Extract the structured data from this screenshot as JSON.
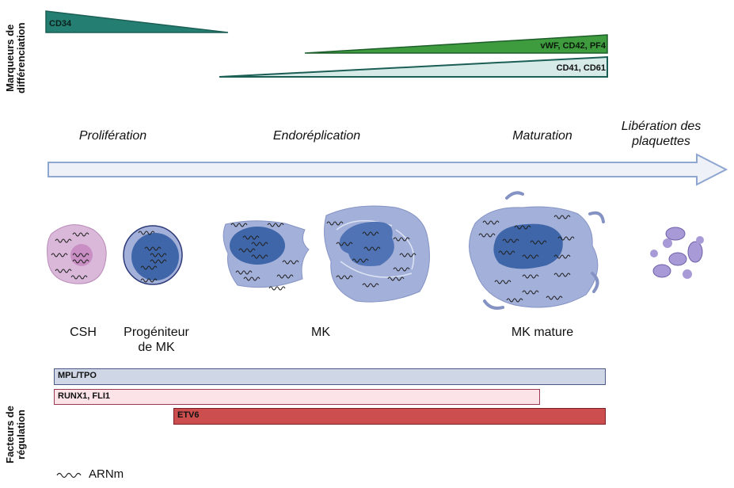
{
  "diagram": {
    "section_labels": {
      "markers_line1": "Marqueurs de",
      "markers_line2": "différenciation",
      "factors_line1": "Facteurs de",
      "factors_line2": "régulation"
    },
    "markers": [
      {
        "label": "CD34",
        "fill": "#247f72",
        "border": "#1b5e55",
        "direction": "decreasing"
      },
      {
        "label": "vWF, CD42, PF4",
        "fill": "#3e9b3e",
        "border": "#1d5e2a",
        "direction": "increasing"
      },
      {
        "label": "CD41, CD61",
        "fill": "#d6ebe7",
        "border": "#1b5e55",
        "direction": "increasing"
      }
    ],
    "stages": [
      {
        "label": "Prolifération"
      },
      {
        "label": "Endoréplication"
      },
      {
        "label": "Maturation"
      },
      {
        "label_line1": "Libération des",
        "label_line2": "plaquettes"
      }
    ],
    "arrow": {
      "fill": "#eef2f8",
      "border": "#8ea6d0"
    },
    "cells": [
      {
        "label": "CSH",
        "icon": "hematopoietic-stem-cell"
      },
      {
        "label_line1": "Progéniteur",
        "label_line2": "de MK",
        "icon": "mk-progenitor-cell"
      },
      {
        "label": "MK",
        "icon": "megakaryocyte"
      },
      {
        "label": "MK mature",
        "icon": "mature-megakaryocyte"
      },
      {
        "label": "",
        "icon": "platelets"
      }
    ],
    "factors": [
      {
        "label": "MPL/TPO",
        "fill": "#cfd6e6",
        "border": "#4a5a85"
      },
      {
        "label": "RUNX1, FLI1",
        "fill": "#fbe3e8",
        "border": "#9b3a50"
      },
      {
        "label": "ETV6",
        "fill": "#cc4e4e",
        "border": "#7a1f25"
      }
    ],
    "legend": {
      "label": "ARNm",
      "icon": "mrna-wave"
    },
    "colors": {
      "csh_cell": "#d9b8d9",
      "csh_nucleus": "#c98fc4",
      "mk_cytoplasm": "#a3b0d9",
      "mk_nucleus": "#3e66a8",
      "platelet": "#a89ad6"
    }
  }
}
